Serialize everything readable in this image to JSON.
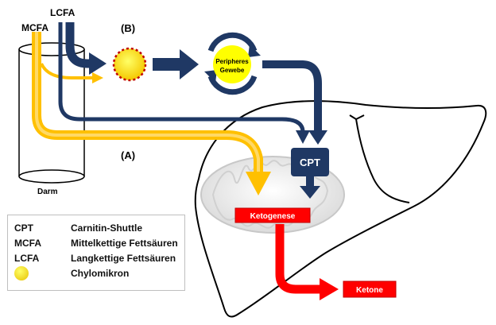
{
  "labels": {
    "lcfa": "LCFA",
    "mcfa": "MCFA",
    "b": "(B)",
    "a": "(A)",
    "darm": "Darm",
    "peripheres_line1": "Peripheres",
    "peripheres_line2": "Gewebe",
    "cpt": "CPT",
    "ketogenese": "Ketogenese",
    "ketone": "Ketone"
  },
  "legend": [
    {
      "abbr": "CPT",
      "desc": "Carnitin-Shuttle"
    },
    {
      "abbr": "MCFA",
      "desc": "Mittelkettige Fettsäuren"
    },
    {
      "abbr": "LCFA",
      "desc": "Langkettige Fettsäuren"
    },
    {
      "abbr": "",
      "desc": "Chylomikron",
      "icon": "chylomicron-icon"
    }
  ],
  "colors": {
    "navy": "#1f3864",
    "gold": "#ffc000",
    "red": "#ff0000",
    "yellow": "#ffff00",
    "chylo_border": "#c00000"
  }
}
